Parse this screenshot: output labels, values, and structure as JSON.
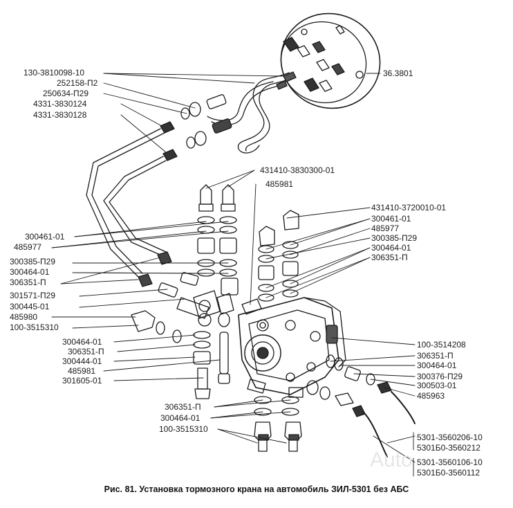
{
  "caption": "Рис. 81. Установка тормозного крана на автомобиль ЗИЛ-5301 без АБС",
  "watermark": "Auto",
  "labels": {
    "l1": "130-3810098-10",
    "l2": "252158-П2",
    "l3": "250634-П29",
    "l4": "4331-3830124",
    "l5": "4331-3830128",
    "l6": "300461-01",
    "l7": "485977",
    "l8": "300385-П29",
    "l9": "300464-01",
    "l10": "306351-П",
    "l11": "301571-П29",
    "l12": "300445-01",
    "l13": "485980",
    "l14": "100-3515310",
    "l15": "300464-01",
    "l16": "306351-П",
    "l17": "300444-01",
    "l18": "485981",
    "l19": "301605-01",
    "l20": "306351-П",
    "l21": "300464-01",
    "l22": "100-3515310",
    "r1": "36.3801",
    "r2": "431410-3830300-01",
    "r3": "485981",
    "r4": "431410-3720010-01",
    "r5": "300461-01",
    "r6": "485977",
    "r7": "300385-П29",
    "r8": "300464-01",
    "r9": "306351-П",
    "r10": "100-3514208",
    "r11": "306351-П",
    "r12": "300464-01",
    "r13": "300376-П29",
    "r14": "300503-01",
    "r15": "485963",
    "r16": "5301-3560206-10",
    "r17": "5301Б0-3560212",
    "r18": "5301-3560106-10",
    "r19": "5301Б0-3560112"
  }
}
